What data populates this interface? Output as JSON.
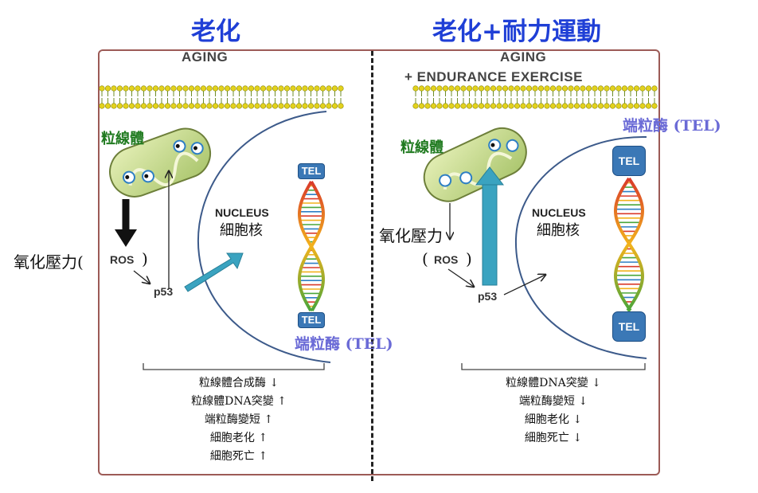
{
  "left_panel": {
    "heading": "老化",
    "subtitle_en": "AGING",
    "mitochondria_label": "粒線體",
    "oxidative_stress_label": "氧化壓力(",
    "ros_label": "ROS",
    "ros_close": ")",
    "p53_label": "p53",
    "nucleus_en": "NUCLEUS",
    "nucleus_zh": "細胞核",
    "tel_box_label": "TEL",
    "telomerase_label": "端粒酶 (TEL)",
    "outcomes": [
      "粒線體合成酶 ↓",
      "粒線體DNA突變 ↑",
      "端粒酶變短 ↑",
      "細胞老化 ↑",
      "細胞死亡 ↑"
    ]
  },
  "right_panel": {
    "heading": "老化+耐力運動",
    "subtitle_en_line1": "AGING",
    "subtitle_en_line2": "+ ENDURANCE EXERCISE",
    "mitochondria_label": "粒線體",
    "oxidative_stress_label": "氧化壓力",
    "ros_open": "(",
    "ros_label": "ROS",
    "ros_close": ")",
    "p53_label": "p53",
    "nucleus_en": "NUCLEUS",
    "nucleus_zh": "細胞核",
    "tel_box_label": "TEL",
    "telomerase_label": "端粒酶 (TEL)",
    "outcomes": [
      "粒線體DNA突變 ↓",
      "端粒酶變短 ↓",
      "細胞老化 ↓",
      "細胞死亡 ↓"
    ]
  },
  "colors": {
    "heading": "#1f3fd6",
    "mitochondria_label": "#1f7a1f",
    "telomerase_label": "#6a6ad6",
    "frame": "#9c5a56",
    "teal_arrow": "#3aa3c0",
    "tel_box": "#3b78b6",
    "nucleus_line": "#3c5a8a"
  }
}
